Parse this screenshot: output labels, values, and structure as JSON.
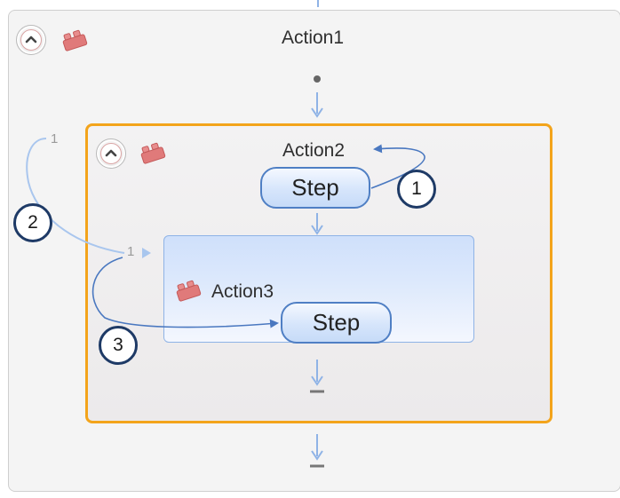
{
  "workflow": {
    "action1": {
      "label": "Action1",
      "collapse_icon": "chevron-up-icon",
      "type_icon": "lego-brick-icon"
    },
    "action2": {
      "label": "Action2",
      "collapse_icon": "chevron-up-icon",
      "type_icon": "lego-brick-icon",
      "step_label": "Step"
    },
    "action3": {
      "label": "Action3",
      "type_icon": "lego-brick-icon",
      "step_label": "Step"
    },
    "ports": {
      "outer_loop_label": "1",
      "action3_entry_label": "1"
    }
  },
  "callouts": [
    "1",
    "2",
    "3"
  ],
  "colors": {
    "frame_border": "#cfcfcf",
    "selected_border": "#f3a41b",
    "step_border": "#4f7fc4",
    "connector": "#8fb3e6",
    "callout_border": "#1e3a66",
    "brick": "#e07a7a"
  }
}
